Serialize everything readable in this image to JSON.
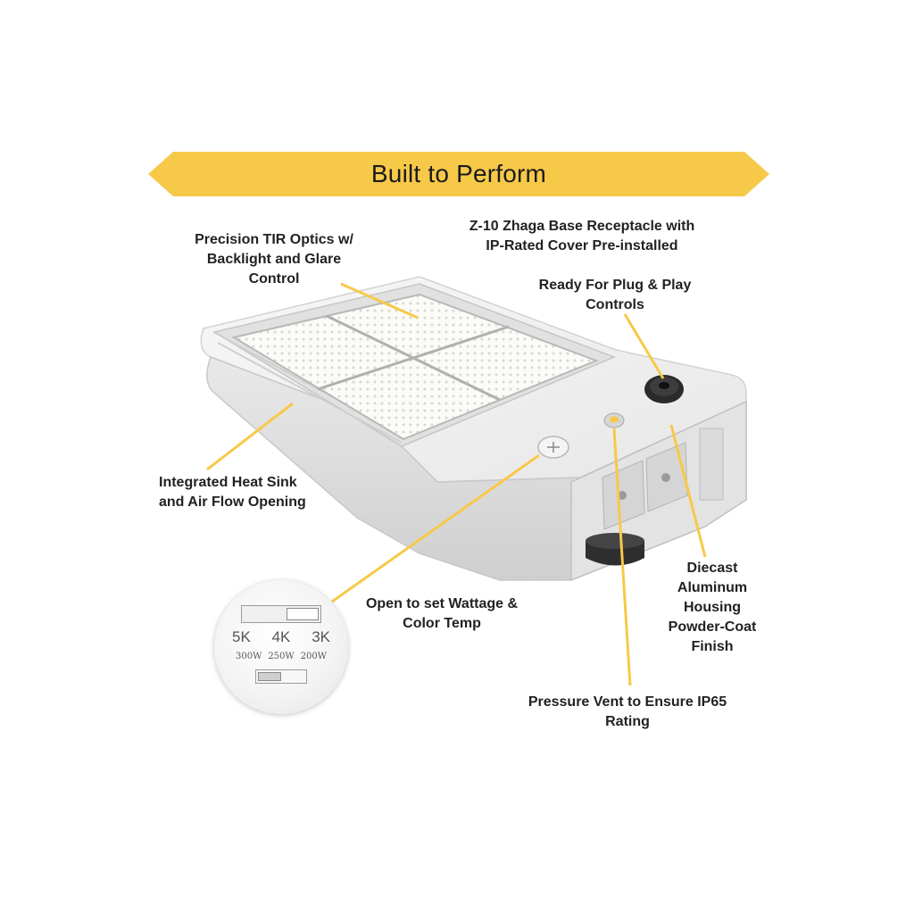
{
  "banner": {
    "title": "Built to Perform"
  },
  "callouts": {
    "optics": [
      "Precision TIR Optics w/",
      "Backlight and Glare",
      "Control"
    ],
    "zhaga": [
      "Z-10 Zhaga Base Receptacle with",
      "IP-Rated Cover Pre-installed"
    ],
    "plug_play": [
      "Ready For Plug & Play",
      "Controls"
    ],
    "heat_sink": [
      "Integrated Heat Sink",
      "and Air Flow Opening"
    ],
    "wattage": [
      "Open to set Wattage &",
      "Color Temp"
    ],
    "diecast": [
      "Diecast",
      "Aluminum",
      "Housing",
      "Powder-Coat",
      "Finish"
    ],
    "vent": [
      "Pressure Vent to Ensure IP65",
      "Rating"
    ]
  },
  "switch_inset": {
    "color_temps": [
      "5K",
      "4K",
      "3K"
    ],
    "wattages": [
      "300W",
      "250W",
      "200W"
    ]
  },
  "colors": {
    "accent": "#F7C948",
    "text": "#222222",
    "housing": "#F2F2F2"
  }
}
